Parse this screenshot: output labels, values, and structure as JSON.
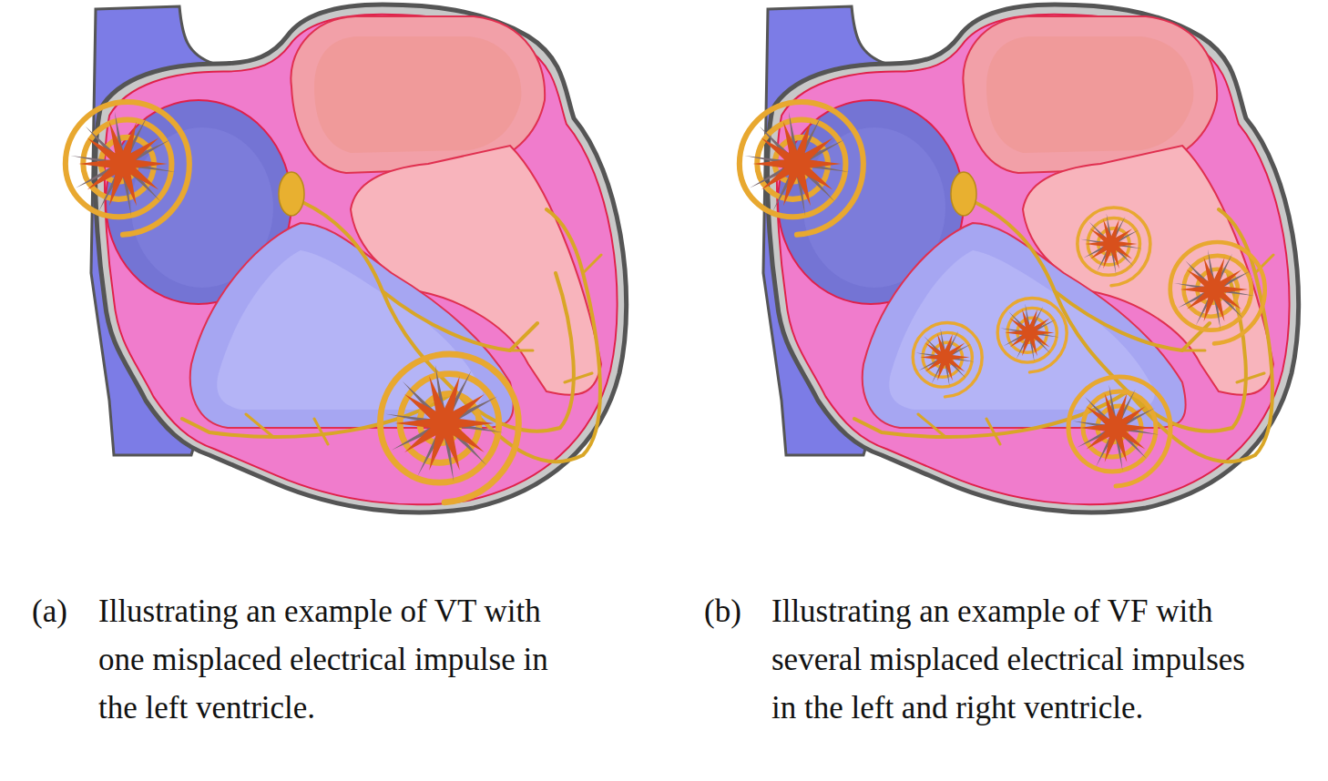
{
  "diagram": {
    "labels": [
      "(a)",
      "Illustrating an example of VT with one misplaced electrical impulse in the left ventricle.",
      "(b)",
      "Illustrating an example of VF with several misplaced electrical impulses in the left and right ventricle."
    ]
  }
}
